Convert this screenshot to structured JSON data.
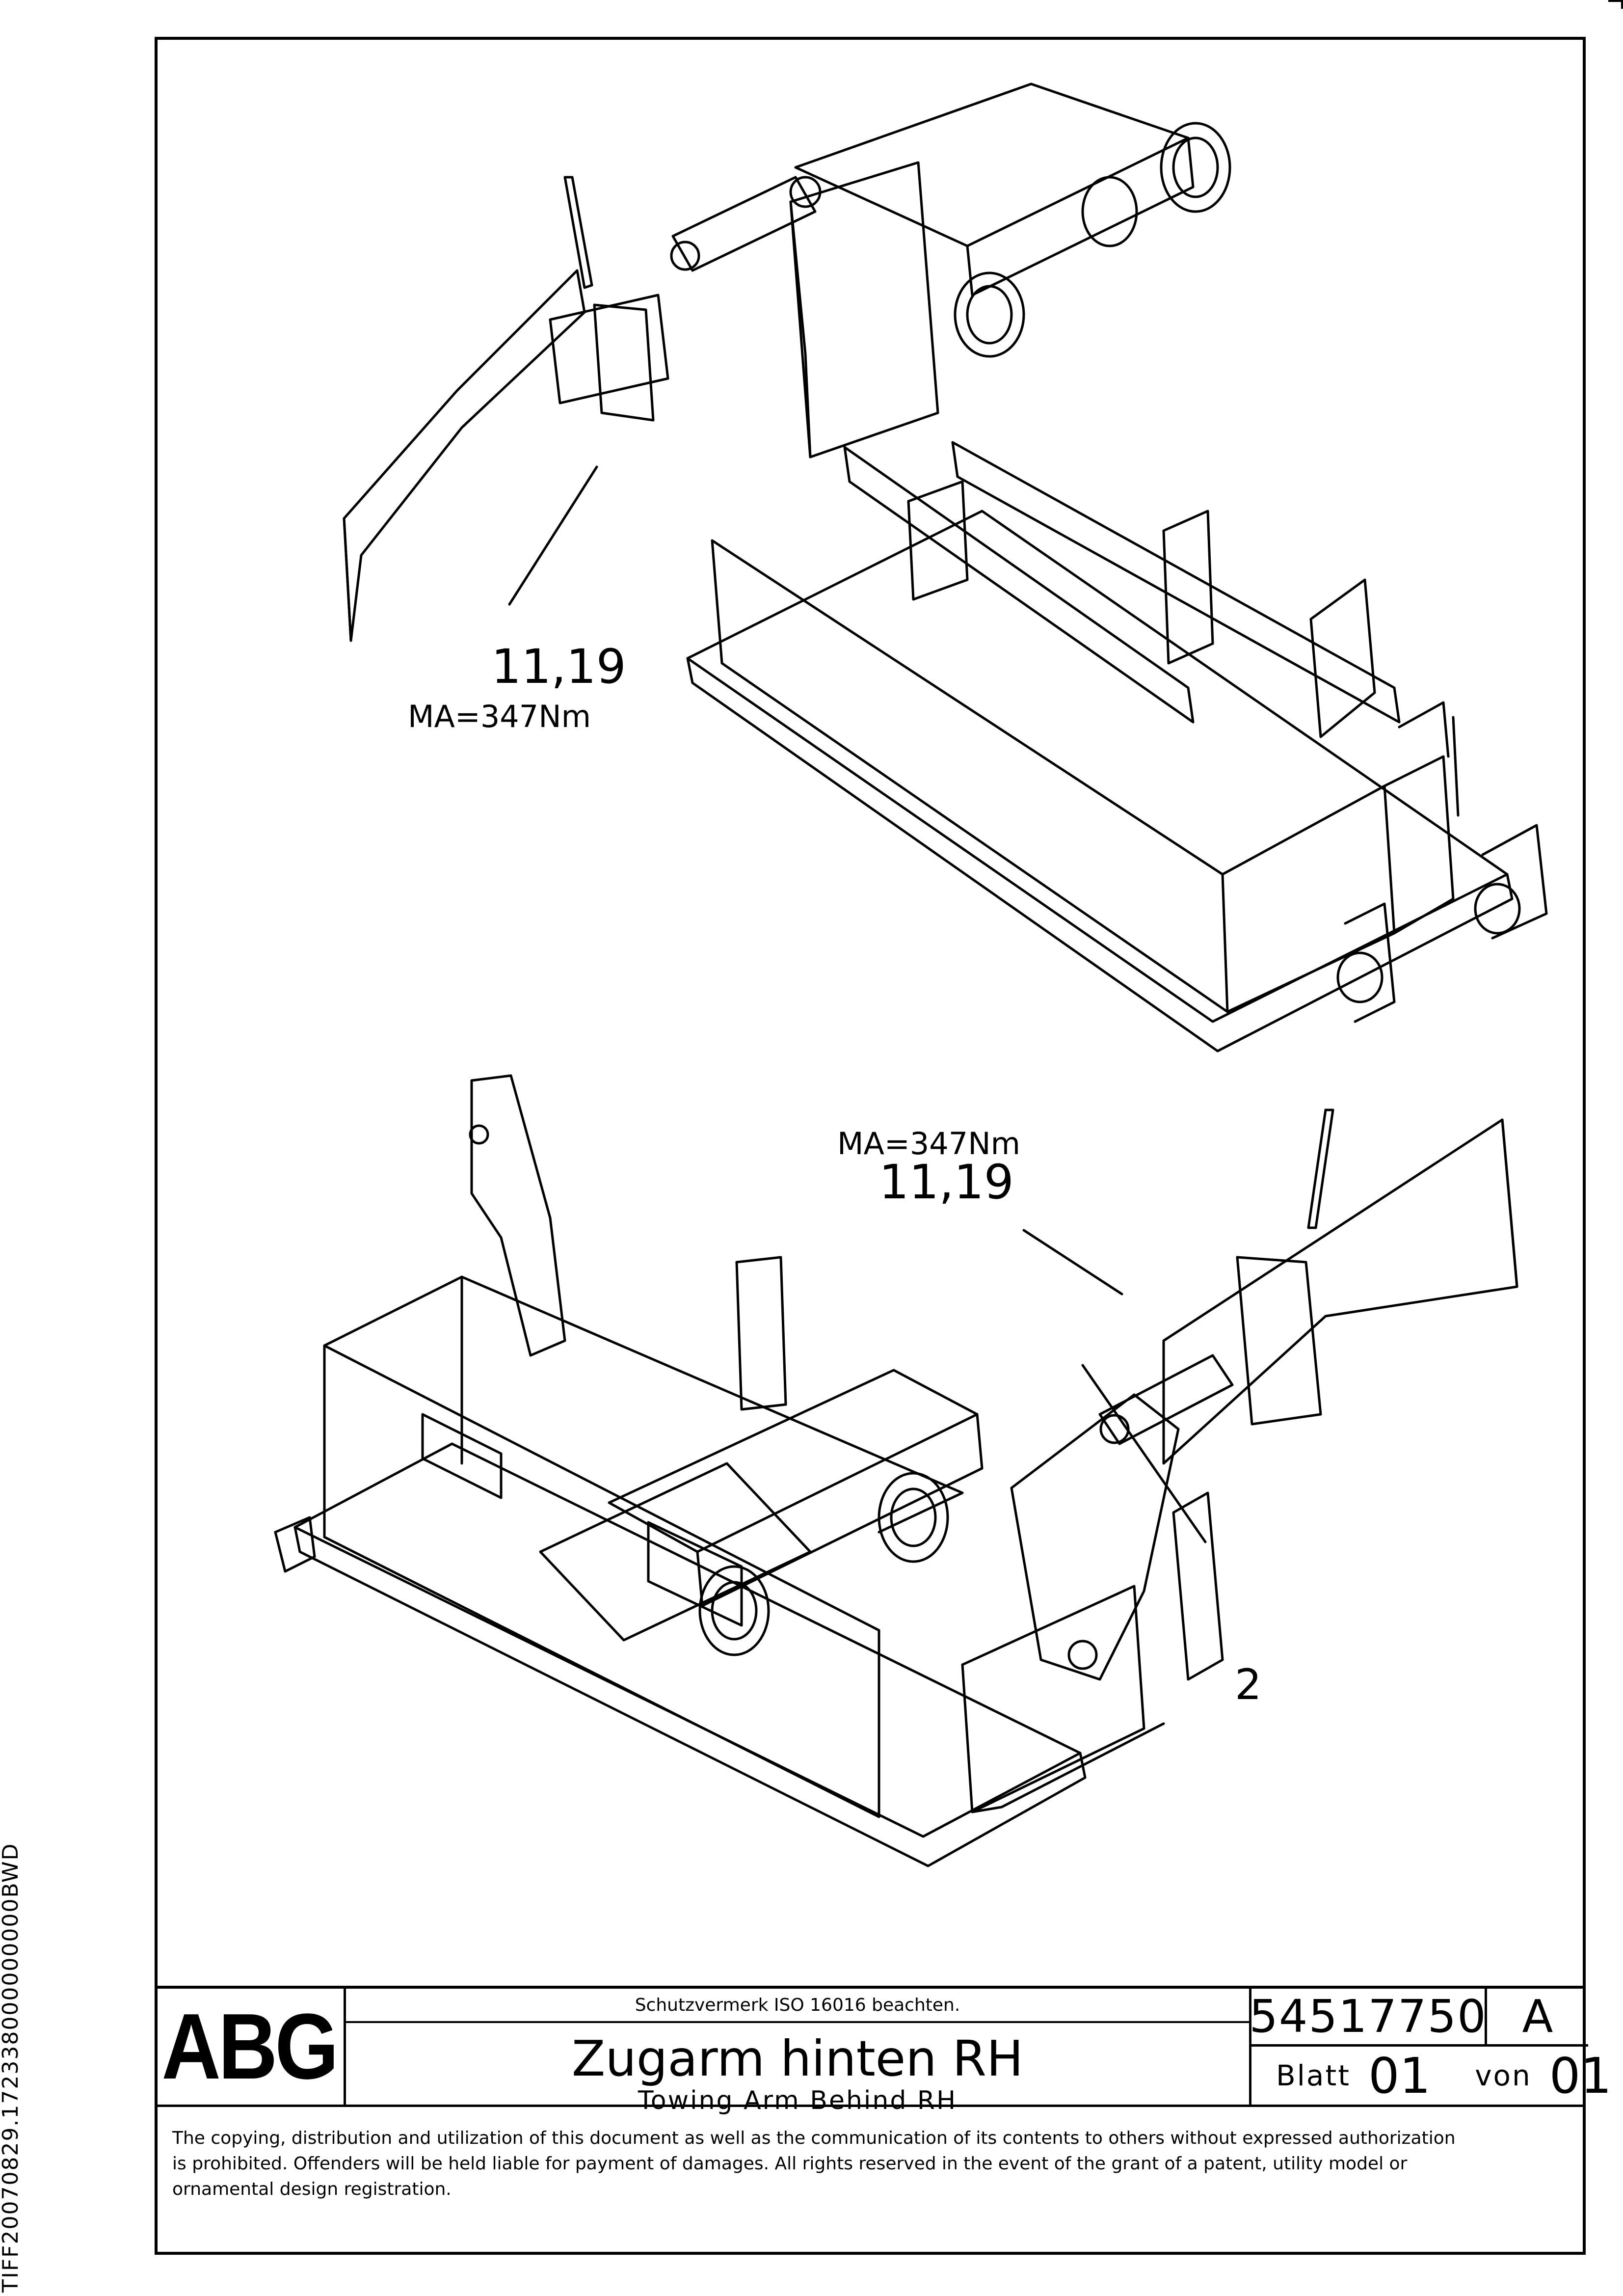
{
  "drawing": {
    "callout_upper_number": "11,19",
    "callout_upper_torque": "MA=347Nm",
    "callout_lower_number": "11,19",
    "callout_lower_torque": "MA=347Nm",
    "callout_part": "2"
  },
  "title_block": {
    "logo": "ABG",
    "protection_notice": "Schutzvermerk ISO 16016 beachten.",
    "title_de": "Zugarm hinten RH",
    "title_en": "Towing Arm Behind RH",
    "part_number": "54517750",
    "revision": "A",
    "sheet_label": "Blatt",
    "sheet_number": "01",
    "of_label": "von",
    "sheet_total": "01"
  },
  "copyright": {
    "line1": "The copying, distribution and utilization of this document as well as the communication of its contents to others without expressed authorization",
    "line2": "is prohibited. Offenders will be held liable for payment of damages. All rights reserved in the event of the grant of a patent, utility model or",
    "line3": "ornamental design registration."
  },
  "side_code": "TIFF20070829.172338000000000BWD"
}
